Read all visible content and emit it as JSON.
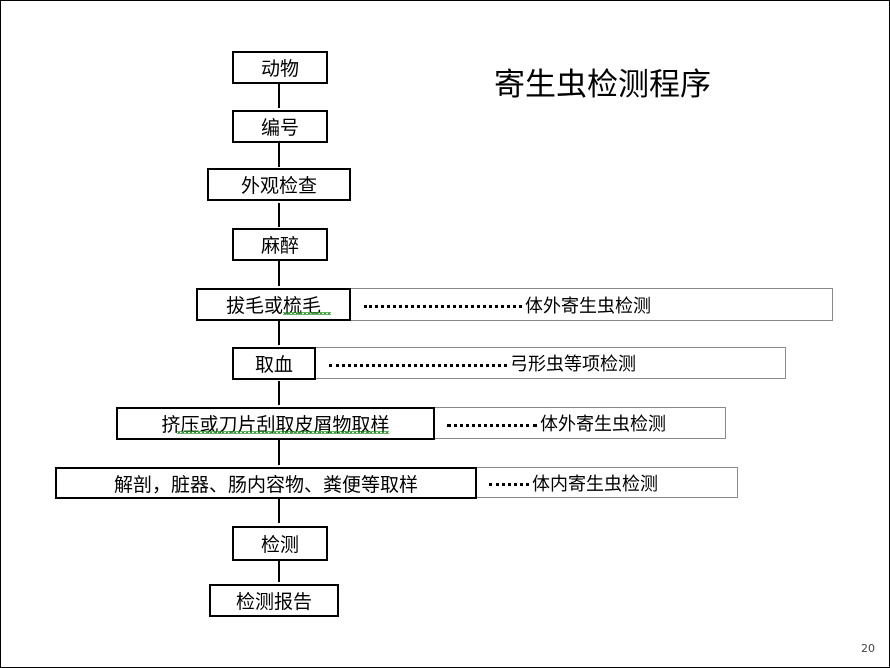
{
  "title": "寄生虫检测程序",
  "steps": [
    "动物",
    "编号",
    "外观检查",
    "麻醉",
    "拔毛或梳毛",
    "取血",
    "挤压或刀片刮取皮屑物取样",
    "解剖，脏器、肠内容物、粪便等取样",
    "检测",
    "检测报告"
  ],
  "notes": [
    "体外寄生虫检测",
    "弓形虫等项检测",
    "体外寄生虫检测",
    "体内寄生虫检测"
  ],
  "page_number": "20"
}
